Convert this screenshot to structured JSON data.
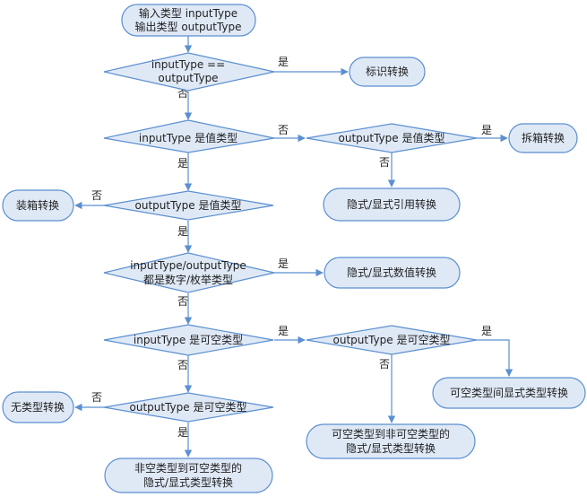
{
  "nodes": {
    "start": [
      "输入类型 inputType",
      "输出类型 outputType"
    ],
    "d_equal": [
      "inputType ==",
      "outputType"
    ],
    "identity": [
      "标识转换"
    ],
    "d_in_value": [
      "inputType 是值类型"
    ],
    "d_out_value_right": [
      "outputType 是值类型"
    ],
    "unboxing": [
      "拆箱转换"
    ],
    "implicit_explicit_ref": [
      "隐式/显式引用转换"
    ],
    "boxing": [
      "装箱转换"
    ],
    "d_out_value_left": [
      "outputType 是值类型"
    ],
    "d_numeric_enum": [
      "inputType/outputType",
      "都是数字/枚举类型"
    ],
    "implicit_explicit_numeric": [
      "隐式/显式数值转换"
    ],
    "d_in_nullable": [
      "inputType 是可空类型"
    ],
    "d_out_nullable_right": [
      "outputType 是可空类型"
    ],
    "nullable_between": [
      "可空类型间显式类型转换"
    ],
    "nullable_to_non": [
      "可空类型到非可空类型的",
      "隐式/显式类型转换"
    ],
    "no_conversion": [
      "无类型转换"
    ],
    "d_out_nullable_left": [
      "outputType 是可空类型"
    ],
    "non_to_nullable": [
      "非空类型到可空类型的",
      "隐式/显式类型转换"
    ]
  },
  "edge_labels": {
    "yes": "是",
    "no": "否"
  }
}
